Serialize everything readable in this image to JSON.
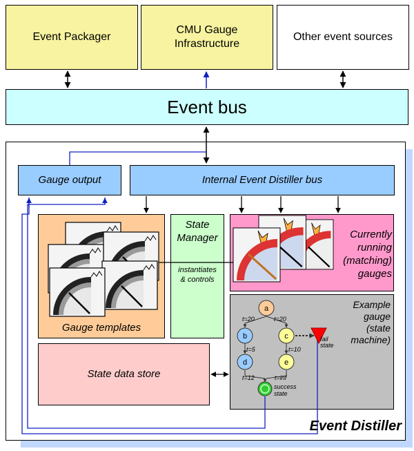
{
  "top": {
    "event_packager": "Event Packager",
    "cmu_gauge": [
      "CMU Gauge",
      "Infrastructure"
    ],
    "other_sources": "Other event sources"
  },
  "event_bus": "Event bus",
  "distiller": {
    "title": "Event Distiller",
    "gauge_output": "Gauge output",
    "internal_bus": "Internal Event Distiller bus",
    "state_manager": [
      "State",
      "Manager"
    ],
    "instantiates": [
      "instantiates",
      "& controls"
    ],
    "gauge_templates": "Gauge templates",
    "currently_running": [
      "Currently",
      "running",
      "(matching)",
      "gauges"
    ],
    "state_data_store": "State data store",
    "example_gauge": [
      "Example",
      "gauge",
      "(state",
      "machine)"
    ]
  },
  "state_machine": {
    "nodes": {
      "a": "a",
      "b": "b",
      "c": "c",
      "d": "d",
      "e": "e"
    },
    "edges": {
      "ab": "t=20",
      "ac": "t=20",
      "bd": "t=5",
      "ce": "t=10",
      "d_out": "t=12",
      "e_out": "t=inf"
    },
    "fail_label": [
      "fail",
      "state"
    ],
    "success_label": [
      "success",
      "state"
    ]
  },
  "colors": {
    "yellow": "#f7f3a0",
    "cyan": "#ccffff",
    "blue_box": "#99ccff",
    "orange": "#ffcc99",
    "green": "#ccffcc",
    "pink": "#ff99cc",
    "gray": "#c0c0c0",
    "salmon": "#ffcccc",
    "shadow": "#c0d8ff"
  }
}
